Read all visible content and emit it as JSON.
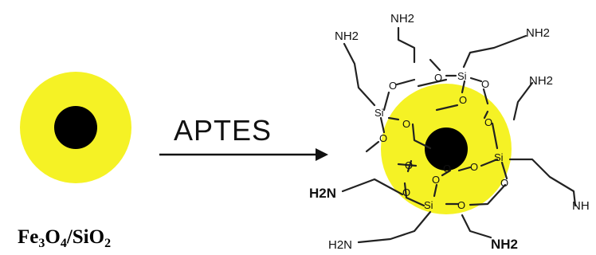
{
  "reagent_label": "APTES",
  "left_particle": {
    "caption_parts": [
      "Fe",
      "3",
      "O",
      "4",
      "/SiO",
      "2"
    ]
  },
  "atoms": {
    "si": "Si",
    "o": "O"
  },
  "amine_groups": [
    {
      "id": "a1",
      "text": "NH2"
    },
    {
      "id": "a2",
      "text": "NH2"
    },
    {
      "id": "a3",
      "text": "NH2"
    },
    {
      "id": "a4",
      "text": "NH2"
    },
    {
      "id": "a5",
      "text": "H2N"
    },
    {
      "id": "a6",
      "text": "NH"
    },
    {
      "id": "a7",
      "text": "H2N"
    },
    {
      "id": "a8",
      "text": "NH2"
    }
  ],
  "colors": {
    "shell": "#f5f225",
    "core": "#000000",
    "line": "#222222"
  }
}
